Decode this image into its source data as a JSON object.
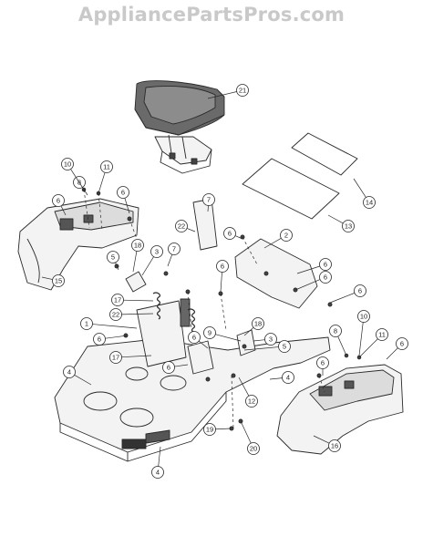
{
  "watermark": "AppliancePartsPros.com",
  "colors": {
    "line": "#2a2a2a",
    "fill_light": "#f3f3f3",
    "fill_dark": "#444444",
    "watermark": "#c9c9c9"
  },
  "callouts": [
    {
      "id": "c1",
      "label": "1"
    },
    {
      "id": "c2",
      "label": "2"
    },
    {
      "id": "c3a",
      "label": "3"
    },
    {
      "id": "c3b",
      "label": "3"
    },
    {
      "id": "c4a",
      "label": "4"
    },
    {
      "id": "c4b",
      "label": "4"
    },
    {
      "id": "c4c",
      "label": "4"
    },
    {
      "id": "c5a",
      "label": "5"
    },
    {
      "id": "c5b",
      "label": "5"
    },
    {
      "id": "c6a",
      "label": "6"
    },
    {
      "id": "c6b",
      "label": "6"
    },
    {
      "id": "c6c",
      "label": "6"
    },
    {
      "id": "c6d",
      "label": "6"
    },
    {
      "id": "c6e",
      "label": "6"
    },
    {
      "id": "c6f",
      "label": "6"
    },
    {
      "id": "c6g",
      "label": "6"
    },
    {
      "id": "c6h",
      "label": "6"
    },
    {
      "id": "c6i",
      "label": "6"
    },
    {
      "id": "c6j",
      "label": "6"
    },
    {
      "id": "c6k",
      "label": "6"
    },
    {
      "id": "c6l",
      "label": "6"
    },
    {
      "id": "c7a",
      "label": "7"
    },
    {
      "id": "c7b",
      "label": "7"
    },
    {
      "id": "c8a",
      "label": "8"
    },
    {
      "id": "c8b",
      "label": "8"
    },
    {
      "id": "c9",
      "label": "9"
    },
    {
      "id": "c10a",
      "label": "10"
    },
    {
      "id": "c10b",
      "label": "10"
    },
    {
      "id": "c11a",
      "label": "11"
    },
    {
      "id": "c11b",
      "label": "11"
    },
    {
      "id": "c12",
      "label": "12"
    },
    {
      "id": "c13",
      "label": "13"
    },
    {
      "id": "c14",
      "label": "14"
    },
    {
      "id": "c15",
      "label": "15"
    },
    {
      "id": "c16",
      "label": "16"
    },
    {
      "id": "c17a",
      "label": "17"
    },
    {
      "id": "c17b",
      "label": "17"
    },
    {
      "id": "c18a",
      "label": "18"
    },
    {
      "id": "c18b",
      "label": "18"
    },
    {
      "id": "c19",
      "label": "19"
    },
    {
      "id": "c20",
      "label": "20"
    },
    {
      "id": "c21",
      "label": "21"
    },
    {
      "id": "c22a",
      "label": "22"
    },
    {
      "id": "c22b",
      "label": "22"
    }
  ]
}
